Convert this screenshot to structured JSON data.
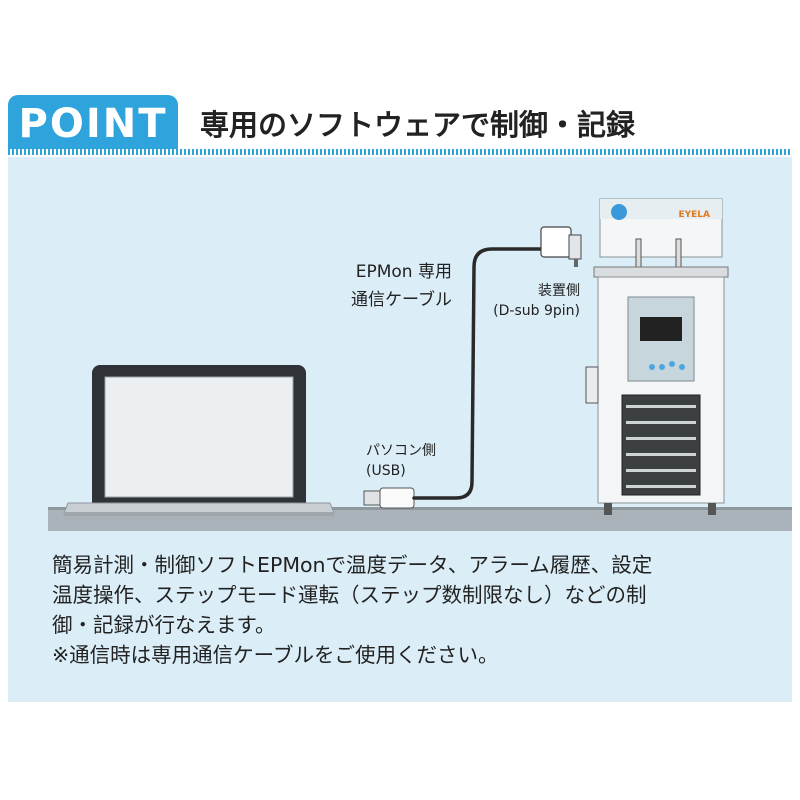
{
  "header": {
    "badge": "POINT",
    "title": "専用のソフトウェアで制御・記録"
  },
  "diagram": {
    "cable_label": [
      "EPMon 専用",
      "通信ケーブル"
    ],
    "device_side": [
      "装置側",
      "(D-sub 9pin)"
    ],
    "pc_side": [
      "パソコン側",
      "(USB)"
    ],
    "brand_logo": "EYELA"
  },
  "description": {
    "lines": [
      "簡易計測・制御ソフトEPMonで温度データ、アラーム履歴、設定",
      "温度操作、ステップモード運転（ステップ数制限なし）などの制",
      "御・記録が行なえます。",
      "※通信時は専用通信ケーブルをご使用ください。"
    ]
  },
  "colors": {
    "accent": "#2fa4dc",
    "panel_background": "#dbeef8",
    "floor": "#a9b3b9"
  }
}
